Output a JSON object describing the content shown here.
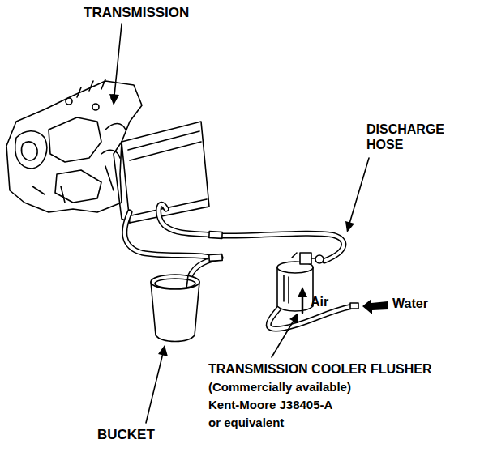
{
  "diagram": {
    "labels": [
      "TRANSMISSION",
      "DISCHARGE HOSE",
      "Air",
      "Water",
      "TRANSMISSION COOLER FLUSHER",
      "(Commercially available)",
      "Kent-Moore J38405-A",
      "or equivalent",
      "BUCKET"
    ]
  }
}
